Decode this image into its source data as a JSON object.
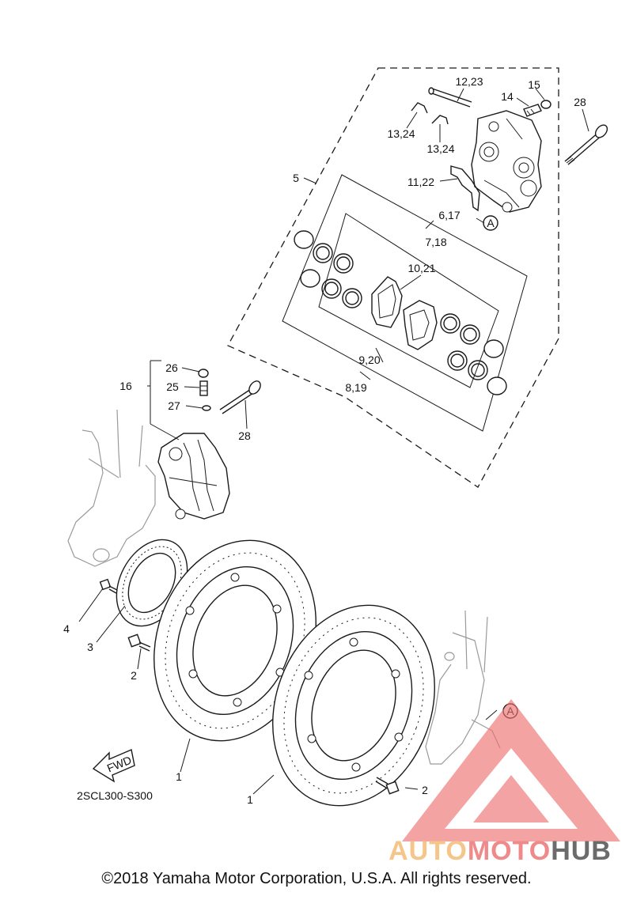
{
  "callouts": {
    "c1a": "1",
    "c1b": "1",
    "c2a": "2",
    "c2b": "2",
    "c3": "3",
    "c4": "4",
    "c5": "5",
    "c6_17": "6,17",
    "c7_18": "7,18",
    "c8_19": "8,19",
    "c9_20": "9,20",
    "c10_21": "10,21",
    "c11_22": "11,22",
    "c12_23": "12,23",
    "c13_24a": "13,24",
    "c13_24b": "13,24",
    "c14": "14",
    "c15": "15",
    "c16": "16",
    "c25": "25",
    "c26": "26",
    "c27": "27",
    "c28a": "28",
    "c28b": "28",
    "ref_a1": "A",
    "ref_a2": "A"
  },
  "fwd_label": "FWD",
  "diagram_code": "2SCL300-S300",
  "copyright": "©2018 Yamaha Motor Corporation, U.S.A. All rights reserved.",
  "watermark": {
    "auto": "AUTO",
    "moto": "MOTO",
    "hub": "HUB",
    "color_auto": "#f5c58a",
    "color_moto": "#f08a8a",
    "color_hub": "#6b6b6b",
    "triangle_color": "#ee6f6f"
  }
}
